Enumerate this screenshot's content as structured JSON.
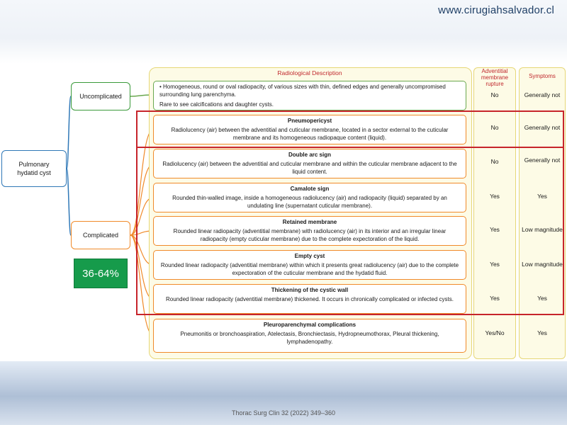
{
  "header": {
    "url": "www.cirugiahsalvador.cl"
  },
  "root": {
    "line1": "Pulmonary",
    "line2": "hydatid cyst"
  },
  "branches": {
    "uncomplicated": "Uncomplicated",
    "complicated": "Complicated"
  },
  "percentage": "36-64%",
  "columns": {
    "description": "Radiological Description",
    "adventitial_line1": "Adventitial",
    "adventitial_line2": "membrane",
    "adventitial_line3": "rupture",
    "symptoms": "Symptoms"
  },
  "uncomplicated_row": {
    "bullet": "• Homogeneous, round or oval radiopacity, of various sizes with thin, defined edges and generally uncompromised surrounding lung parenchyma.",
    "note": "Rare to see calcifications and daughter cysts.",
    "rupture": "No",
    "symptoms": "Generally not"
  },
  "rows": [
    {
      "title": "Pneumopericyst",
      "body": "Radiolucency (air) between the adventitial and cuticular membrane, located in a sector external to the cuticular membrane and its homogeneous radiopaque content (liquid).",
      "rupture": "No",
      "symptoms": "Generally not"
    },
    {
      "title": "Double arc sign",
      "body": "Radiolucency (air) between the adventitial and cuticular membrane and within the cuticular membrane adjacent to the liquid content.",
      "rupture": "No",
      "symptoms": "Generally not"
    },
    {
      "title": "Camalote sign",
      "body": "Rounded thin-walled image, inside a homogeneous radiolucency (air) and radiopacity (liquid) separated by an undulating line (supernatant cuticular membrane).",
      "rupture": "Yes",
      "symptoms": "Yes"
    },
    {
      "title": "Retained membrane",
      "body": "Rounded linear radiopacity (adventitial membrane) with radiolucency (air) in its interior and an irregular linear radiopacity (empty cuticular membrane) due to the complete expectoration of the liquid.",
      "rupture": "Yes",
      "symptoms": "Low magnitude"
    },
    {
      "title": "Empty cyst",
      "body": "Rounded linear radiopacity (adventitial membrane) within which it presents great radiolucency (air) due to the complete expectoration of the cuticular membrane and the hydatid fluid.",
      "rupture": "Yes",
      "symptoms": "Low magnitude"
    },
    {
      "title": "Thickening of the cystic wall",
      "body": "Rounded linear radiopacity (adventitial membrane) thickened. It occurs in chronically complicated or infected cysts.",
      "rupture": "Yes",
      "symptoms": "Yes"
    },
    {
      "title": "Pleuroparenchymal complications",
      "body": "Pneumonitis or bronchoaspiration, Atelectasis, Bronchiectasis, Hydropneumothorax, Pleural thickening, lymphadenopathy.",
      "rupture": "Yes/No",
      "symptoms": "Yes"
    }
  ],
  "citation": "Thorac Surg Clin 32 (2022) 349–360",
  "colors": {
    "green": "#169b4b",
    "orange": "#f08a2a",
    "blue": "#2f78b7",
    "red": "#c7242b",
    "panel": "#fdfbe6"
  }
}
